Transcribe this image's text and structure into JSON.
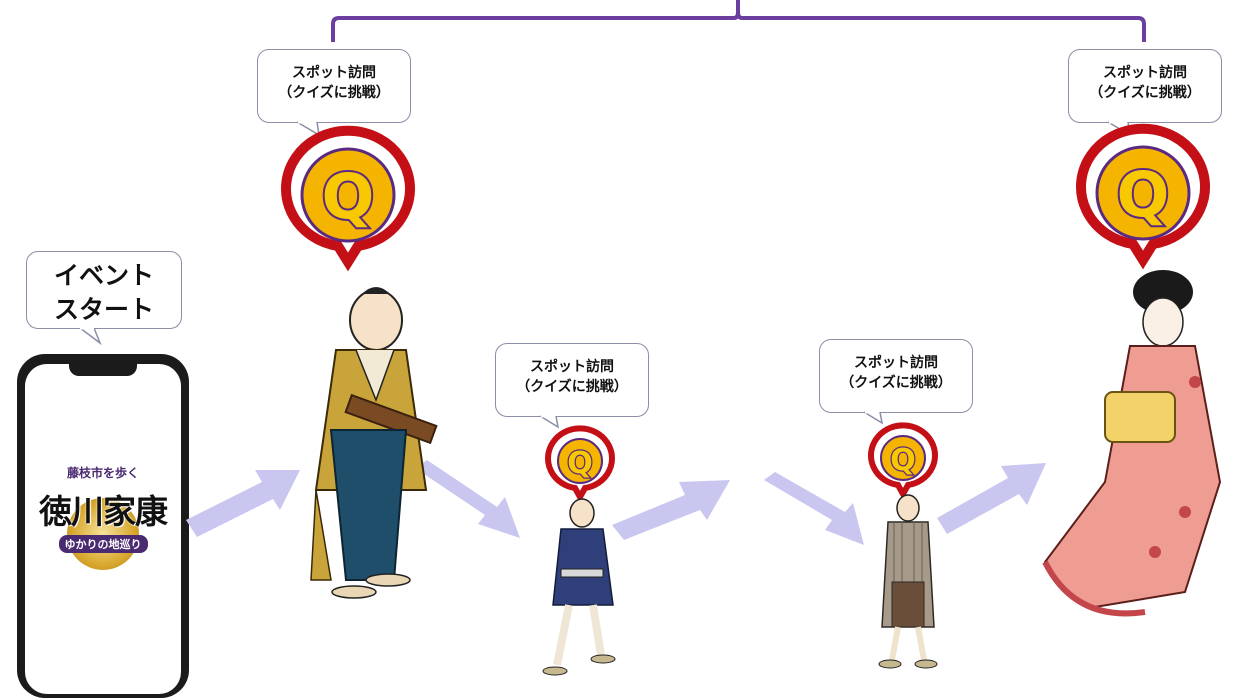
{
  "start_bubble": {
    "line1": "イベント",
    "line2": "スタート"
  },
  "phone": {
    "logo_top": "藤枝市を歩く",
    "logo_main": "徳川家康",
    "logo_sub": "ゆかりの地巡り"
  },
  "spot_bubbles": [
    {
      "line1": "スポット訪問",
      "line2": "（クイズに挑戦）"
    },
    {
      "line1": "スポット訪問",
      "line2": "（クイズに挑戦）"
    },
    {
      "line1": "スポット訪問",
      "line2": "（クイズに挑戦）"
    },
    {
      "line1": "スポット訪問",
      "line2": "（クイズに挑戦）"
    }
  ],
  "quiz_badge_letter": "Q",
  "colors": {
    "brace": "#6b3fa0",
    "arrow": "#c9c6f0",
    "badge_ring": "#d8141b",
    "badge_gold": "#f5b400",
    "badge_letter_outline": "#5a2a82",
    "bubble_border": "#8a8ea6"
  },
  "icons": [
    "smartphone-icon",
    "quiz-badge-icon",
    "right-arrow-icon",
    "samurai-figure",
    "townsman-figure",
    "elder-figure",
    "geisha-figure"
  ]
}
